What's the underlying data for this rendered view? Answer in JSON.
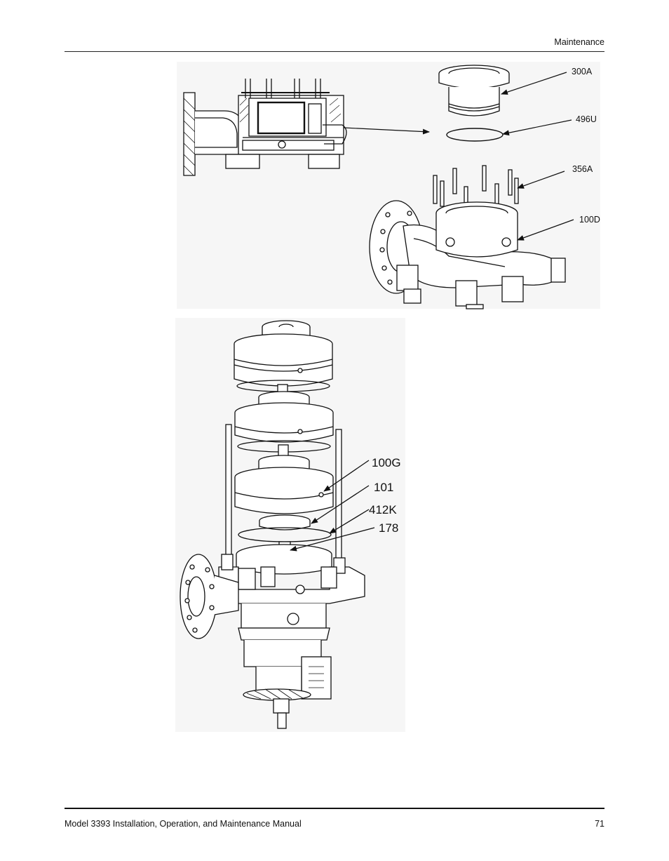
{
  "header": {
    "section": "Maintenance"
  },
  "footer": {
    "manual_title": "Model 3393 Installation, Operation, and Maintenance Manual",
    "page_number": "71"
  },
  "figure_top": {
    "callouts": [
      "300A",
      "496U",
      "356A",
      "100D"
    ]
  },
  "figure_bottom": {
    "callouts": [
      "100G",
      "101",
      "412K",
      "178"
    ]
  }
}
